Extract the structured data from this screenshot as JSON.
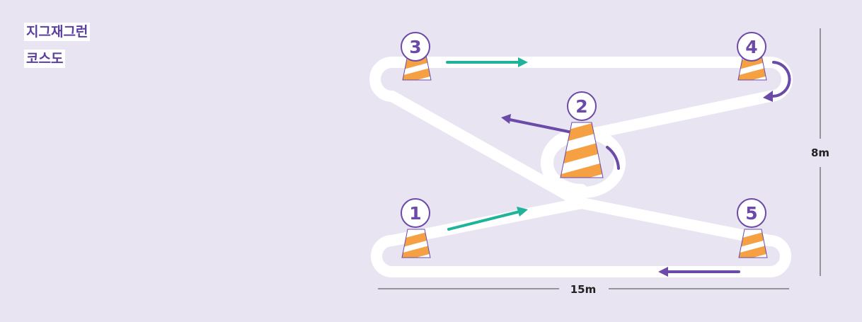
{
  "title": {
    "line1": "지그재그런",
    "line2": "코스도"
  },
  "cones": [
    {
      "number": "1"
    },
    {
      "number": "2"
    },
    {
      "number": "3"
    },
    {
      "number": "4"
    },
    {
      "number": "5"
    }
  ],
  "dimensions": {
    "width": "15m",
    "height": "8m"
  },
  "colors": {
    "background": "#e8e4f1",
    "path": "#ffffff",
    "accent_purple": "#6b4aa8",
    "arrow_green": "#1fb39a",
    "cone_orange": "#f5a143"
  }
}
